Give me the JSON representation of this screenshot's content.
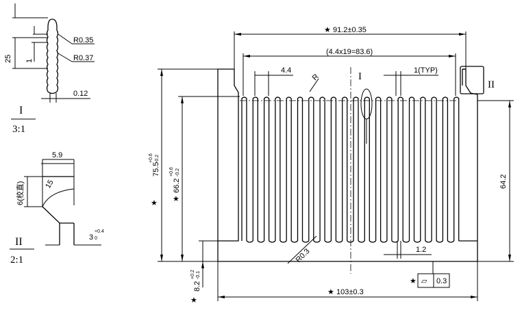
{
  "detail_I": {
    "label": "I",
    "scale": "3:1",
    "dim_25": "25",
    "dim_1": "1",
    "r1": "R0.35",
    "r2": "R0.37",
    "d012": "0.12"
  },
  "detail_II": {
    "label": "II",
    "scale": "2:1",
    "dim_59": "5.9",
    "dim_6": "6(校直)",
    "dim_15": "15",
    "dim_3": "3",
    "tol_3_up": "+0.4",
    "tol_3_dn": "0"
  },
  "main": {
    "overall_top": "91.2±0.35",
    "pitch": "(4.4x19=83.6)",
    "dim_44": "4.4",
    "fin_R": "R",
    "section_I": "I",
    "typ": "1(TYP)",
    "section_II": "II",
    "h_755": "75.5",
    "h_755_up": "+0.6",
    "h_755_dn": "-0.2",
    "h_662": "66.2",
    "h_662_up": "+0.6",
    "h_662_dn": "-0.2",
    "h_642": "64.2",
    "r03": "R0.3",
    "d12": "1.2",
    "base_82": "8.2",
    "base_82_up": "+0.2",
    "base_82_dn": "-0.1",
    "bottom": "103±0.3",
    "flatness": "0.3",
    "star": "★",
    "flat_sym": "▱"
  }
}
